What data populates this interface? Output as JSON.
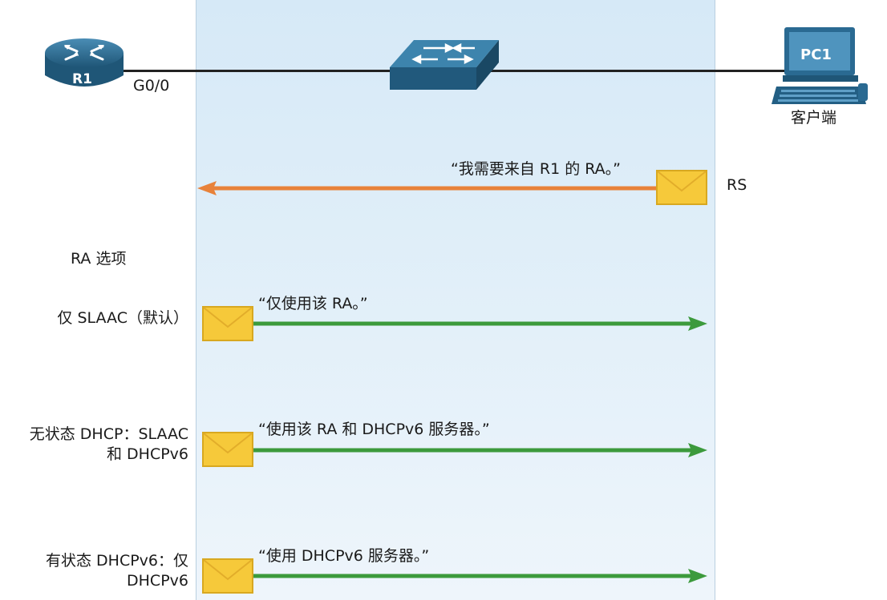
{
  "devices": {
    "router_label": "R1",
    "interface_label": "G0/0",
    "pc_label": "PC1",
    "client_label": "客户端"
  },
  "request": {
    "message": "“我需要来自 R1 的 RA。”",
    "label": "RS"
  },
  "options_header": "RA 选项",
  "options": [
    {
      "label_lines": [
        "仅 SLAAC（默认）"
      ],
      "message": "“仅使用该 RA。”"
    },
    {
      "label_lines": [
        "无状态 DHCP：SLAAC",
        "和 DHCPv6"
      ],
      "message": "“使用该 RA 和 DHCPv6 服务器。”"
    },
    {
      "label_lines": [
        "有状态 DHCPv6：仅",
        "DHCPv6"
      ],
      "message": "“使用 DHCPv6 服务器。”"
    }
  ],
  "colors": {
    "band": "#dcecf8",
    "request_arrow": "#e8823a",
    "response_arrow": "#3c9a3c",
    "envelope": "#f6c93a",
    "router": "#2f6f95",
    "switch": "#2f6f95",
    "pc": "#2f6f95"
  },
  "icons": {
    "router": "router-icon",
    "switch": "switch-icon",
    "pc": "pc-icon",
    "envelope": "envelope-icon"
  }
}
